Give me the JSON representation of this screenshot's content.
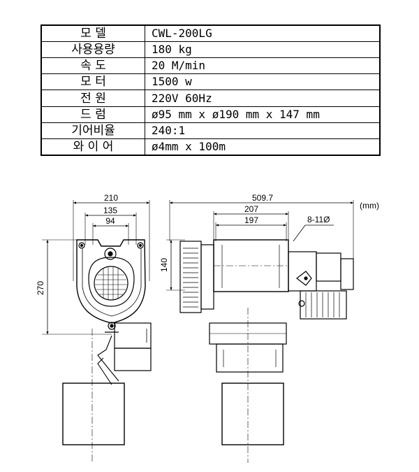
{
  "spec_table": {
    "rows": [
      {
        "label": "모  델",
        "value": "CWL-200LG"
      },
      {
        "label": "사용용량",
        "value": "180 kg"
      },
      {
        "label": "속  도",
        "value": "20 M/min"
      },
      {
        "label": "모  터",
        "value": "1500 w"
      },
      {
        "label": "전  원",
        "value": "220V 60Hz"
      },
      {
        "label": "드  럼",
        "value": "ø95 mm x ø190 mm x 147 mm"
      },
      {
        "label": "기어비율",
        "value": "240:1"
      },
      {
        "label": "와 이 어",
        "value": "ø4mm x 100m"
      }
    ]
  },
  "drawing": {
    "unit": "(mm)",
    "front_view": {
      "width_overall": "210",
      "width_mid": "135",
      "width_inner": "94",
      "height_overall": "270"
    },
    "side_view": {
      "length_overall": "509.7",
      "length_mid": "207",
      "length_inner": "197",
      "height": "140",
      "hole_note": "8-11Ø"
    }
  }
}
